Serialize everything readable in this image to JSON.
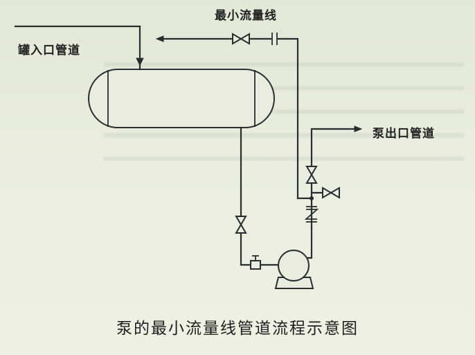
{
  "labels": {
    "min_flow_line": "最小流量线",
    "tank_inlet": "罐入口管道",
    "pump_outlet": "泵出口管道"
  },
  "caption": "泵的最小流量线管道流程示意图"
}
